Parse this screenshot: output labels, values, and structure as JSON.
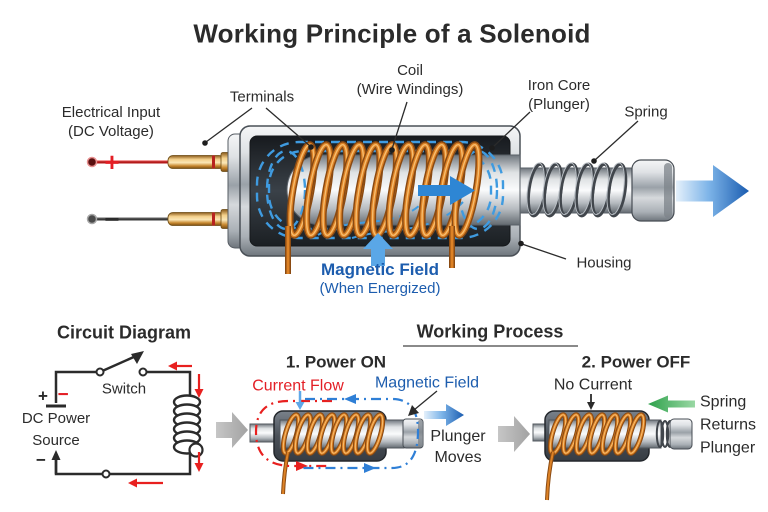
{
  "title": "Working Principle of a Solenoid",
  "main_diagram": {
    "electrical_input_line1": "Electrical Input",
    "electrical_input_line2": "(DC Voltage)",
    "plus": "+",
    "minus": "−",
    "terminals": "Terminals",
    "coil_line1": "Coil",
    "coil_line2": "(Wire Windings)",
    "iron_core_line1": "Iron Core",
    "iron_core_line2": "(Plunger)",
    "spring": "Spring",
    "housing": "Housing",
    "magnetic_field_line1": "Magnetic Field",
    "magnetic_field_line2": "(When Energized)"
  },
  "circuit": {
    "title": "Circuit Diagram",
    "switch_label": "Switch",
    "power_label_line1": "DC Power",
    "power_label_line2": "Source",
    "plus": "+",
    "minus_red": "−",
    "minus_bottom": "−"
  },
  "working_process": {
    "title": "Working Process",
    "step_on": {
      "heading": "1. Power ON",
      "current_flow": "Current Flow",
      "magnetic_field": "Magnetic Field",
      "plunger_line1": "Plunger",
      "plunger_line2": "Moves"
    },
    "step_off": {
      "heading": "2. Power OFF",
      "no_current": "No Current",
      "spring_line1": "Spring",
      "spring_line2": "Returns",
      "spring_line3": "Plunger"
    }
  },
  "colors": {
    "text_dark": "#2b2b2b",
    "red": "#e31e25",
    "blue_text": "#1d5dae",
    "field_blue": "#3f9be0",
    "copper": "#dd8226",
    "green": "#2da14b",
    "gray_arrow": "#b3b3b3"
  }
}
